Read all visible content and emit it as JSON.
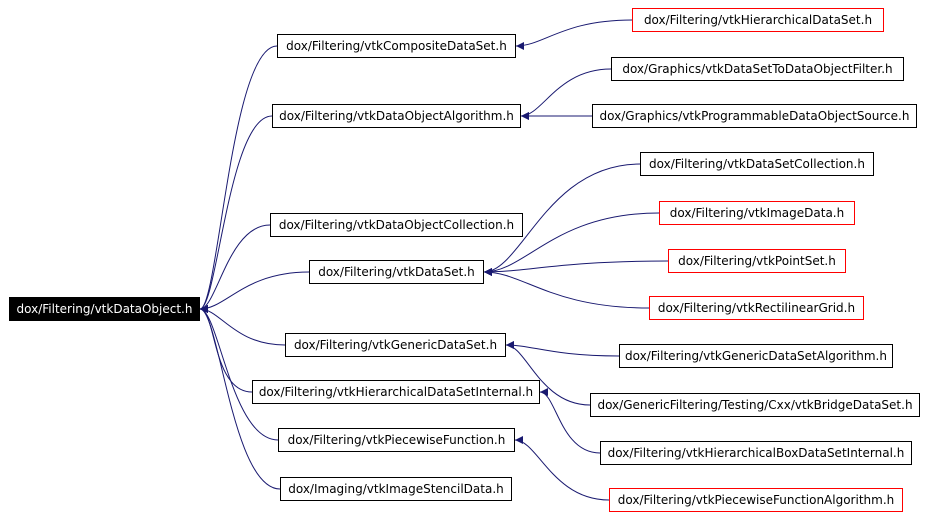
{
  "colors": {
    "edge": "#191970",
    "root_fill": "#000000",
    "root_text": "#ffffff",
    "node_border": "#000000",
    "external_border": "#ff0000"
  },
  "nodes": [
    {
      "id": "root",
      "label": "dox/Filtering/vtkDataObject.h",
      "style": "root"
    },
    {
      "id": "composite",
      "label": "dox/Filtering/vtkCompositeDataSet.h",
      "style": "normal"
    },
    {
      "id": "algorithm",
      "label": "dox/Filtering/vtkDataObjectAlgorithm.h",
      "style": "normal"
    },
    {
      "id": "collection",
      "label": "dox/Filtering/vtkDataObjectCollection.h",
      "style": "normal"
    },
    {
      "id": "dataset",
      "label": "dox/Filtering/vtkDataSet.h",
      "style": "normal"
    },
    {
      "id": "generic",
      "label": "dox/Filtering/vtkGenericDataSet.h",
      "style": "normal"
    },
    {
      "id": "hierinternal",
      "label": "dox/Filtering/vtkHierarchicalDataSetInternal.h",
      "style": "normal"
    },
    {
      "id": "piecewise",
      "label": "dox/Filtering/vtkPiecewiseFunction.h",
      "style": "normal"
    },
    {
      "id": "stencil",
      "label": "dox/Imaging/vtkImageStencilData.h",
      "style": "normal"
    },
    {
      "id": "hierdataset",
      "label": "dox/Filtering/vtkHierarchicalDataSet.h",
      "style": "external"
    },
    {
      "id": "ds2dofilter",
      "label": "dox/Graphics/vtkDataSetToDataObjectFilter.h",
      "style": "normal"
    },
    {
      "id": "progsource",
      "label": "dox/Graphics/vtkProgrammableDataObjectSource.h",
      "style": "normal"
    },
    {
      "id": "dscollection",
      "label": "dox/Filtering/vtkDataSetCollection.h",
      "style": "normal"
    },
    {
      "id": "imagedata",
      "label": "dox/Filtering/vtkImageData.h",
      "style": "external"
    },
    {
      "id": "pointset",
      "label": "dox/Filtering/vtkPointSet.h",
      "style": "external"
    },
    {
      "id": "rectgrid",
      "label": "dox/Filtering/vtkRectilinearGrid.h",
      "style": "external"
    },
    {
      "id": "genericalgo",
      "label": "dox/Filtering/vtkGenericDataSetAlgorithm.h",
      "style": "normal"
    },
    {
      "id": "bridge",
      "label": "dox/GenericFiltering/Testing/Cxx/vtkBridgeDataSet.h",
      "style": "normal"
    },
    {
      "id": "hierboxinternal",
      "label": "dox/Filtering/vtkHierarchicalBoxDataSetInternal.h",
      "style": "normal"
    },
    {
      "id": "piecewisealgo",
      "label": "dox/Filtering/vtkPiecewiseFunctionAlgorithm.h",
      "style": "external"
    }
  ],
  "edges": [
    {
      "from": "composite",
      "to": "root"
    },
    {
      "from": "algorithm",
      "to": "root"
    },
    {
      "from": "collection",
      "to": "root"
    },
    {
      "from": "dataset",
      "to": "root"
    },
    {
      "from": "generic",
      "to": "root"
    },
    {
      "from": "hierinternal",
      "to": "root"
    },
    {
      "from": "piecewise",
      "to": "root"
    },
    {
      "from": "stencil",
      "to": "root"
    },
    {
      "from": "hierdataset",
      "to": "composite"
    },
    {
      "from": "ds2dofilter",
      "to": "algorithm"
    },
    {
      "from": "progsource",
      "to": "algorithm"
    },
    {
      "from": "dscollection",
      "to": "dataset"
    },
    {
      "from": "imagedata",
      "to": "dataset"
    },
    {
      "from": "pointset",
      "to": "dataset"
    },
    {
      "from": "rectgrid",
      "to": "dataset"
    },
    {
      "from": "genericalgo",
      "to": "generic"
    },
    {
      "from": "bridge",
      "to": "generic"
    },
    {
      "from": "hierboxinternal",
      "to": "hierinternal"
    },
    {
      "from": "piecewisealgo",
      "to": "piecewise"
    }
  ]
}
